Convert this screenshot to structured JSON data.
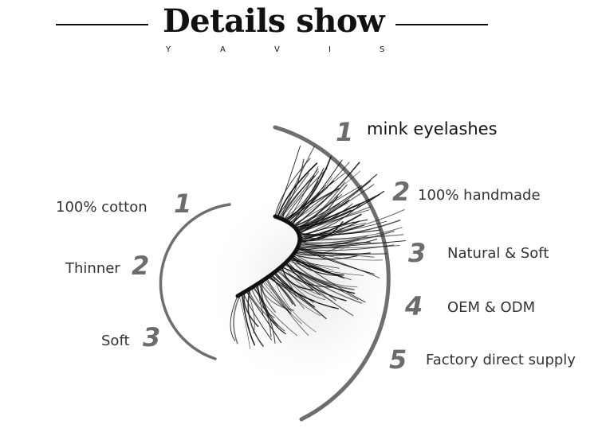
{
  "header": {
    "title": "Details show",
    "brand_letters": [
      "Y",
      "A",
      "V",
      "I",
      "S"
    ]
  },
  "left_features": [
    {
      "number": "1",
      "label": "100% cotton"
    },
    {
      "number": "2",
      "label": "Thinner"
    },
    {
      "number": "3",
      "label": "Soft"
    }
  ],
  "right_features": [
    {
      "number": "1",
      "label": "mink eyelashes"
    },
    {
      "number": "2",
      "label": "100% handmade"
    },
    {
      "number": "3",
      "label": "Natural & Soft"
    },
    {
      "number": "4",
      "label": "OEM & ODM"
    },
    {
      "number": "5",
      "label": "Factory direct supply"
    }
  ],
  "colors": {
    "arc": "#6e6e6e",
    "number": "#6c6c6c",
    "lash": "#111111"
  }
}
